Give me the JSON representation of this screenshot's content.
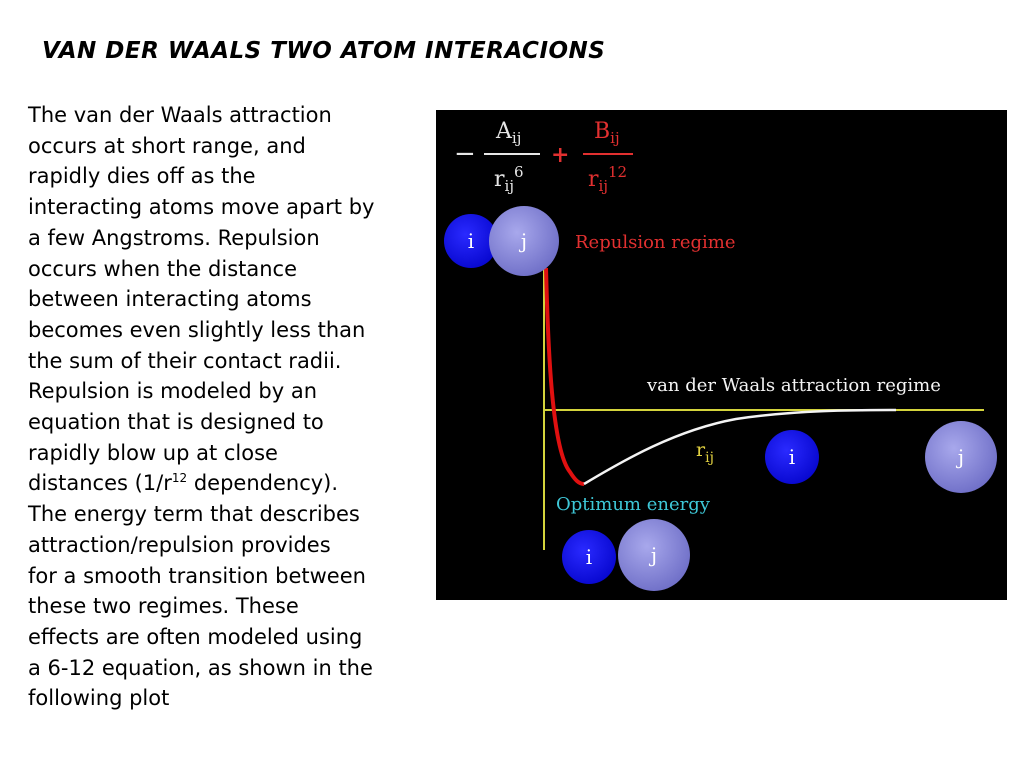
{
  "slide": {
    "title": "VAN DER WAALS TWO ATOM INTERACIONS",
    "paragraph": {
      "lines": [
        "The van der Waals attraction",
        "occurs at short range, and",
        "rapidly dies off as the",
        "interacting atoms move apart by",
        "a few Angstroms. Repulsion",
        "occurs when the distance",
        "between interacting atoms",
        "becomes even slightly less than",
        "the sum of their contact radii.",
        "Repulsion is modeled by an",
        "equation that is designed to",
        "rapidly blow up at close"
      ],
      "line_dep_pre": "distances (1/r",
      "line_dep_sup": "12",
      "line_dep_post": " dependency).",
      "lines_after": [
        "The energy term that describes",
        "attraction/repulsion provides",
        "for a smooth transition between",
        "these two regimes. These",
        "effects are often modeled using",
        "a 6-12 equation, as shown in the",
        "following plot"
      ]
    }
  },
  "diagram": {
    "equation": {
      "minus": "−",
      "plus": "+",
      "term1_num": "A",
      "term1_num_sub": "ij",
      "term1_den": "r",
      "term1_den_sub": "ij",
      "term1_den_sup": "6",
      "term2_num": "B",
      "term2_num_sub": "ij",
      "term2_den": "r",
      "term2_den_sub": "ij",
      "term2_den_sup": "12"
    },
    "labels": {
      "repulsion": "Repulsion regime",
      "attraction": "van der Waals attraction regime",
      "optimum": "Optimum energy",
      "distance": "r",
      "distance_sub": "ij"
    },
    "atoms": {
      "i": "i",
      "j": "j"
    },
    "colors": {
      "background": "#000000",
      "axis": "#d4d43c",
      "repulsion_curve": "#e01010",
      "attraction_curve": "#f4f4f4",
      "atom_i": "#1010ee",
      "atom_j": "#8a8ad8",
      "repulsion_label": "#e23030",
      "attraction_label": "#f4f4f4",
      "optimum_label": "#3ec8d8",
      "distance_label": "#e0d040",
      "equation_text": "#e6e6e6",
      "equation_accent": "#e23030"
    }
  }
}
